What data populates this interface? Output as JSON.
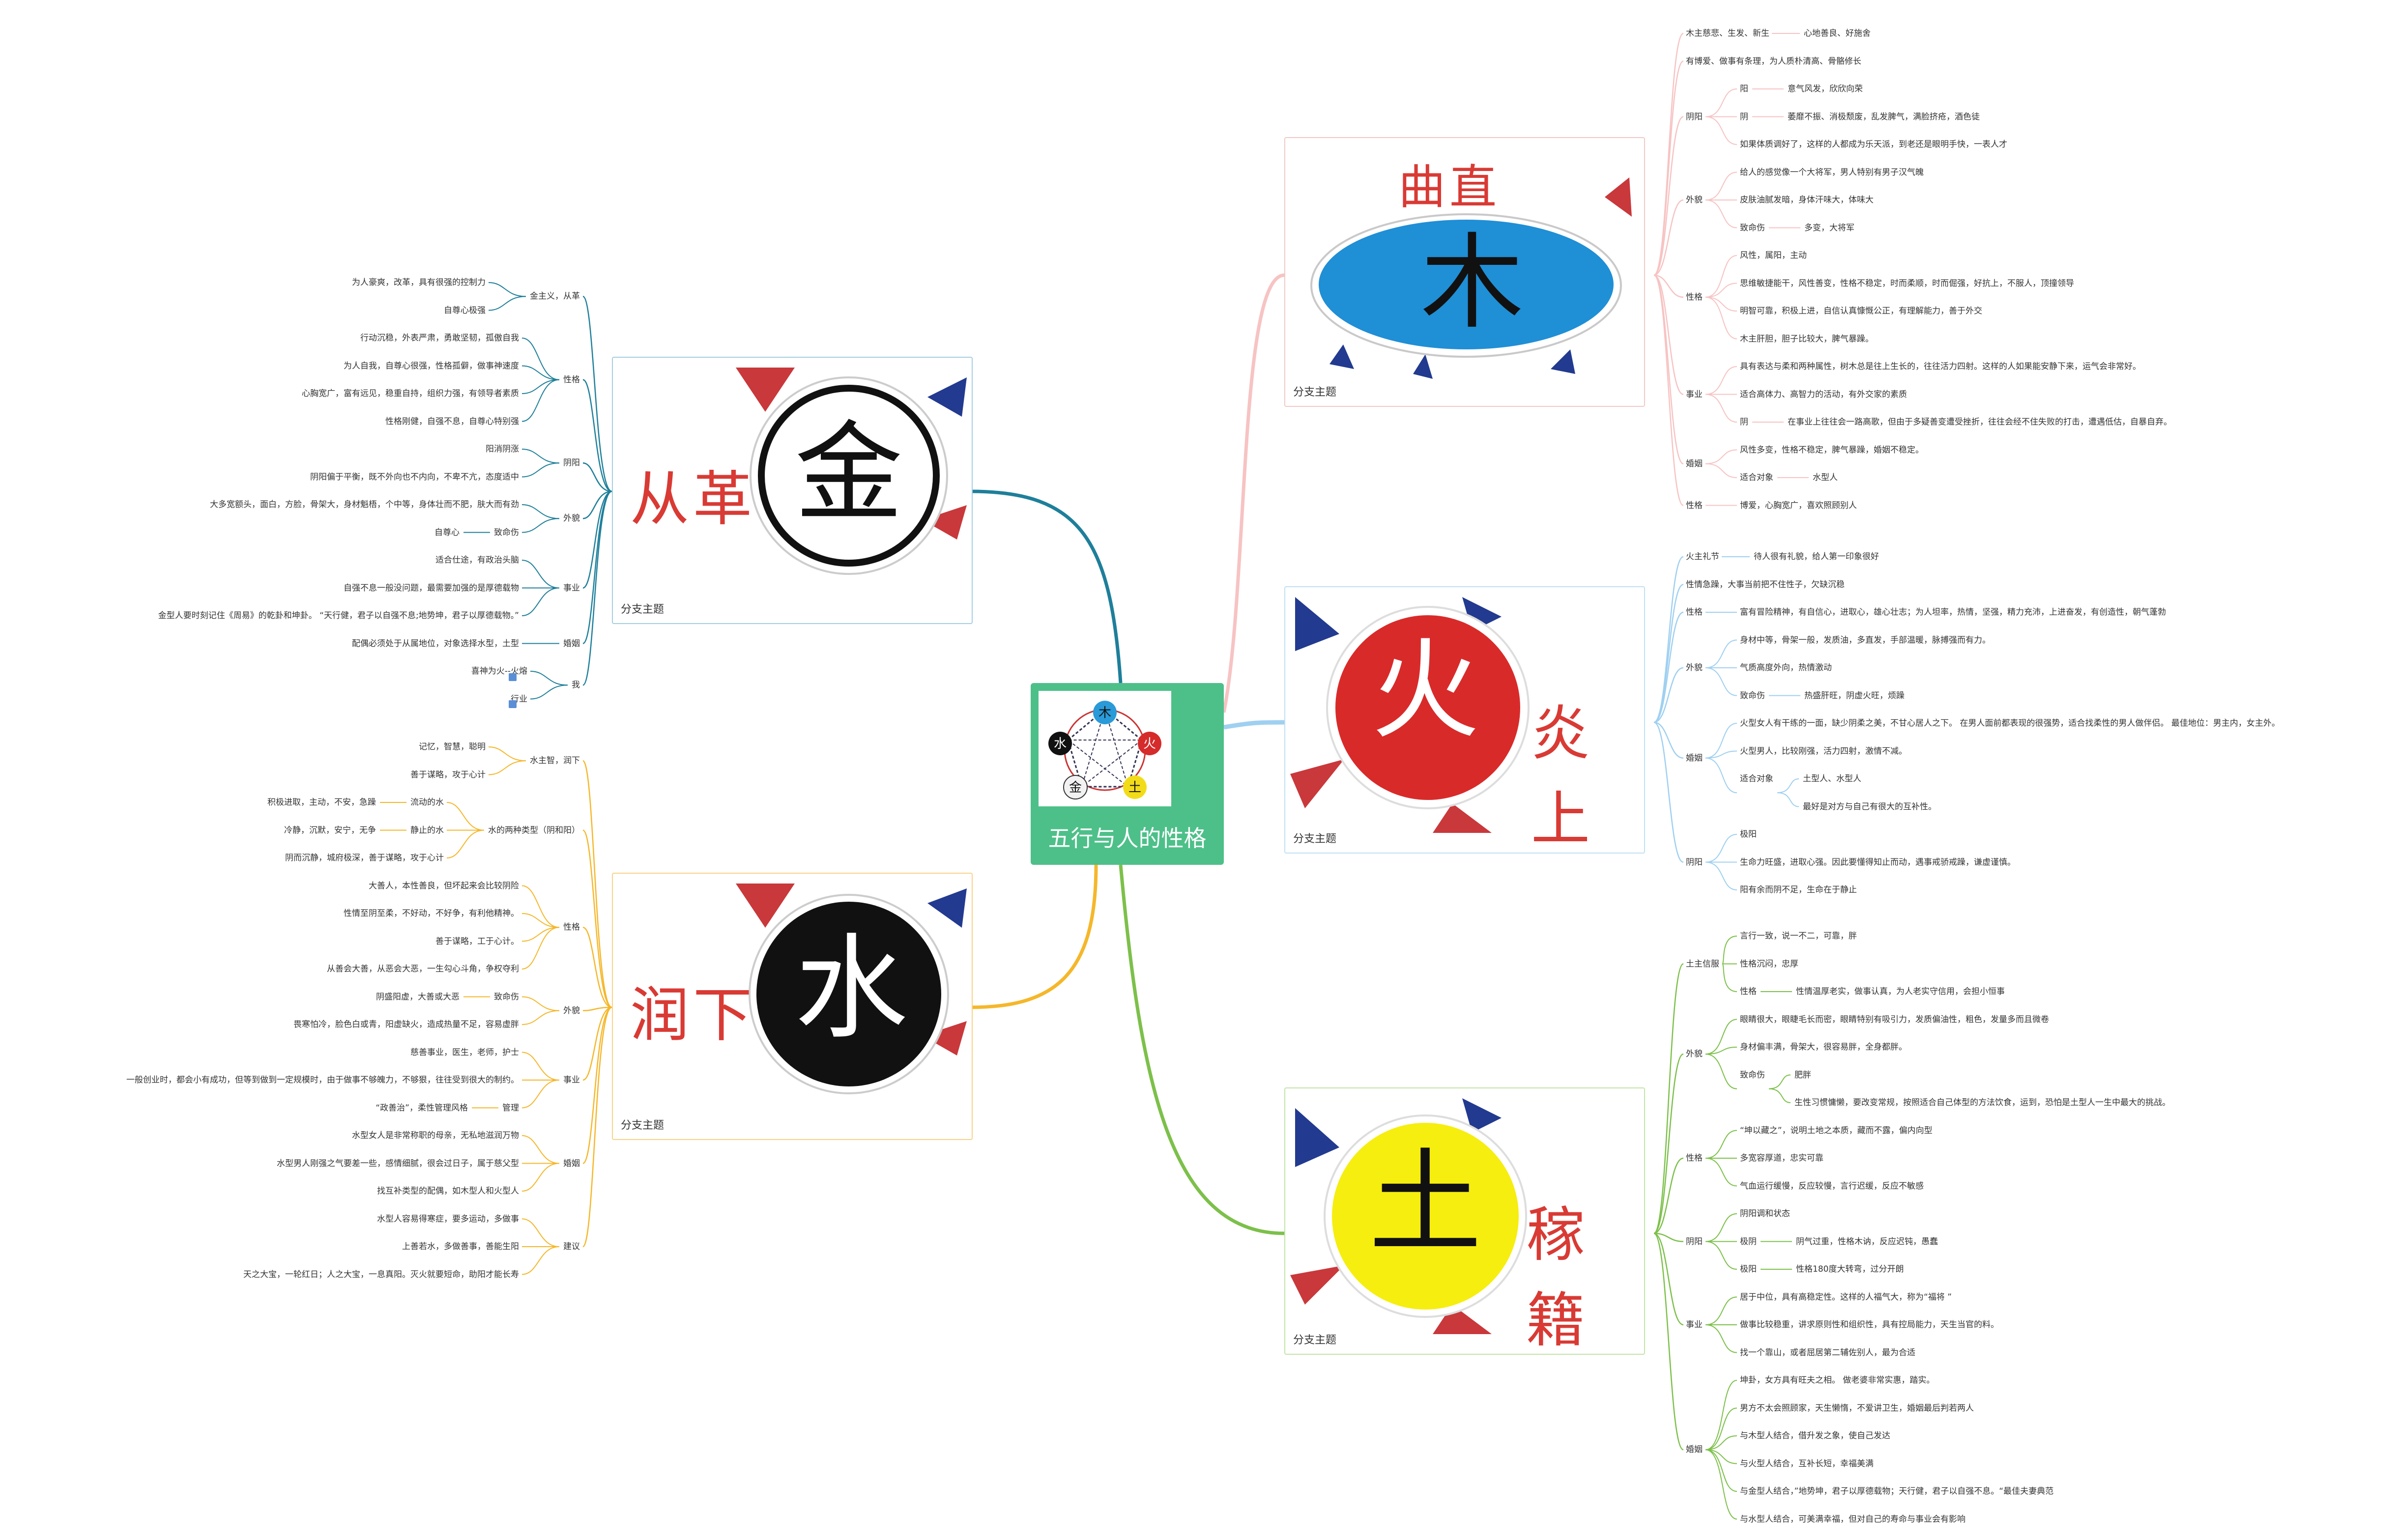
{
  "center": {
    "title": "五行与人的性格",
    "diagram": {
      "top": "木",
      "left": "水",
      "right": "火",
      "bl": "金",
      "br": "土"
    }
  },
  "branch_label": "分支主题",
  "colors": {
    "wood": "#f7c3c3",
    "fire": "#9fd0f0",
    "earth": "#7cc04a",
    "metal": "#1e7f9a",
    "water": "#f5b72a",
    "center": "#4dc089"
  },
  "wood": {
    "name": "曲直",
    "char": "木",
    "items": [
      {
        "l1": "木主慈悲、生发、新生",
        "l2": "心地善良、好施舍"
      },
      {
        "l1": "有博爱、做事有条理，为人质朴清高、骨骼修长"
      },
      {
        "cat": "阴阳",
        "subs": [
          {
            "l2": "阳",
            "l3": "意气风发，欣欣向荣"
          },
          {
            "l2": "阴",
            "l3": "萎靡不振、消极颓废，乱发脾气，满脸挤疮，酒色徒"
          },
          {
            "l2": "如果体质调好了，这样的人都成为乐天派，到老还是眼明手快，一表人才"
          }
        ]
      },
      {
        "cat": "外貌",
        "subs": [
          {
            "l2": "给人的感觉像一个大将军，男人特别有男子汉气魄"
          },
          {
            "l2": "皮肤油腻发暗，身体汗味大，体味大"
          },
          {
            "l2": "致命伤",
            "l3": "多变，大将军"
          }
        ]
      },
      {
        "cat": "性格",
        "subs": [
          {
            "l2": "风性，属阳，主动"
          },
          {
            "l2": "思维敏捷能干，风性善变，性格不稳定，时而柔顺，时而倔强，好抗上，不服人，顶撞领导"
          },
          {
            "l2": "明智可靠，积极上进，自信认真慷慨公正，有理解能力，善于外交"
          },
          {
            "l2": "木主肝胆，胆子比较大，脾气暴躁。"
          }
        ]
      },
      {
        "cat": "事业",
        "subs": [
          {
            "l2": "具有表达与柔和两种属性，树木总是往上生长的，往往活力四射。这样的人如果能安静下来，运气会非常好。"
          },
          {
            "l2": "适合高体力、高智力的活动，有外交家的素质"
          },
          {
            "l2": "阴",
            "l3": "在事业上往往会一路高歌，但由于多疑善变遭受挫折，往往会经不住失败的打击，遭遇低估，自暴自弃。"
          }
        ]
      },
      {
        "cat": "婚姻",
        "subs": [
          {
            "l2": "风性多变，性格不稳定，脾气暴躁，婚姻不稳定。"
          },
          {
            "l2": "适合对象",
            "l3": "水型人"
          }
        ]
      },
      {
        "cat": "性格",
        "subs": [
          {
            "l2": "博爱，心胸宽广，喜欢照顾别人"
          }
        ]
      }
    ]
  },
  "fire": {
    "name": "炎上",
    "char": "火",
    "items": [
      {
        "l1": "火主礼节",
        "l2": "待人很有礼貌，给人第一印象很好"
      },
      {
        "l1": "性情急躁，大事当前把不住性子，欠缺沉稳"
      },
      {
        "cat": "性格",
        "subs": [
          {
            "l2": "富有冒险精神，有自信心，进取心，雄心壮志；为人坦率，热情，坚强，精力充沛，上进奋发，有创造性，朝气蓬勃"
          }
        ]
      },
      {
        "cat": "外貌",
        "subs": [
          {
            "l2": "身材中等，骨架一般，发质油，多直发，手部温暖，脉搏强而有力。"
          },
          {
            "l2": "气质高度外向，热情激动"
          },
          {
            "l2": "致命伤",
            "l3": "热盛肝旺，阴虚火旺，烦躁"
          }
        ]
      },
      {
        "cat": "婚姻",
        "subs": [
          {
            "l2": "火型女人有干练的一面，缺少阴柔之美，不甘心居人之下。 在男人面前都表现的很强势，适合找柔性的男人做伴侣。 最佳地位：男主内，女主外。"
          },
          {
            "l2": "火型男人，比较刚强，活力四射，激情不减。"
          },
          {
            "l2": "适合对象",
            "l3a": "土型人、水型人",
            "l3b": "最好是对方与自己有很大的互补性。"
          }
        ]
      },
      {
        "cat": "阴阳",
        "subs": [
          {
            "l2": "极阳"
          },
          {
            "l2": "生命力旺盛，进取心强。因此要懂得知止而动，遇事戒骄戒躁，谦虚谨慎。"
          },
          {
            "l2": "阳有余而阴不足，生命在于静止"
          }
        ]
      }
    ]
  },
  "earth": {
    "name": "稼籍",
    "char": "土",
    "items": [
      {
        "cat": "土主信服",
        "subs": [
          {
            "l2": "言行一致，说一不二，可靠，胖"
          },
          {
            "l2": "性格沉闷，忠厚"
          },
          {
            "l2": "性格",
            "l3": "性情温厚老实，做事认真，为人老实守信用，会担小恒事"
          }
        ]
      },
      {
        "cat": "外貌",
        "subs": [
          {
            "l2": "眼睛很大，眼睫毛长而密，眼睛特别有吸引力，发质偏油性，粗色，发量多而且微卷"
          },
          {
            "l2": "身材偏丰满，骨架大，很容易胖，全身都胖。"
          },
          {
            "l2": "致命伤",
            "l3a": "肥胖",
            "l3b": "生性习惯慵懒，要改变常规，按照适合自己体型的方法饮食，运到，恐怕是土型人一生中最大的挑战。"
          }
        ]
      },
      {
        "cat": "性格",
        "subs": [
          {
            "l2": "“坤以藏之”，说明土地之本质，藏而不露，偏内向型"
          },
          {
            "l2": "多宽容厚道，忠实可靠"
          },
          {
            "l2": "气血运行缓慢，反应较慢，言行迟缓，反应不敏感"
          }
        ]
      },
      {
        "cat": "阴阳",
        "subs": [
          {
            "l2": "阴阳调和状态"
          },
          {
            "l2": "极阴",
            "l3": "阴气过重，性格木讷，反应迟钝，愚蠢"
          },
          {
            "l2": "极阳",
            "l3": "性格180度大转弯，过分开朗"
          }
        ]
      },
      {
        "cat": "事业",
        "subs": [
          {
            "l2": "居于中位，具有高稳定性。这样的人福气大，称为“福将 ”"
          },
          {
            "l2": "做事比较稳重，讲求原则性和组织性，具有控局能力，天生当官的料。"
          },
          {
            "l2": "找一个靠山，或者屈居第二辅佐别人，最为合适"
          }
        ]
      },
      {
        "cat": "婚姻",
        "subs": [
          {
            "l2": "坤卦，女方具有旺夫之相。 做老婆非常实惠，踏实。"
          },
          {
            "l2": "男方不太会照顾家，天生懒惰，不爱讲卫生，婚姻最后判若两人"
          },
          {
            "l2": "与木型人结合，借升发之象，使自己发达"
          },
          {
            "l2": "与火型人结合，互补长短，幸福美满"
          },
          {
            "l2": "与金型人结合，”地势坤，君子以厚德载物；天行健，君子以自强不息。“最佳夫妻典范"
          },
          {
            "l2": "与水型人结合，可美满幸福，但对自己的寿命与事业会有影响"
          }
        ]
      }
    ]
  },
  "metal": {
    "name": "从革",
    "char": "金",
    "groups": [
      {
        "cat": "金主义，从革",
        "subs": [
          "为人豪爽，改革，具有很强的控制力",
          "自尊心极强"
        ]
      },
      {
        "cat": "性格",
        "subs": [
          "行动沉稳，外表严肃，勇敢坚韧，孤傲自我",
          "为人自我，自尊心很强，性格孤僻，做事神速度",
          "心胸宽广，富有远见，稳重自持，组织力强，有领导者素质",
          "性格刚健，自强不息，自尊心特别强"
        ]
      },
      {
        "cat": "阴阳",
        "subs": [
          "阳消阴涨",
          "阴阳偏于平衡，既不外向也不内向，不卑不亢，态度适中"
        ]
      },
      {
        "cat": "外貌",
        "subs": [
          "大多宽额头，面白，方脸，骨架大，身材魁梧，个中等，身体壮而不肥，肤大而有劲",
          "自尊心|致命伤"
        ]
      },
      {
        "cat": "事业",
        "subs": [
          "适合仕途，有政治头脑",
          "自强不息一般没问题，最需要加强的是厚德载物",
          "金型人要时刻记住《周易》的乾卦和坤卦。 “天行健，君子以自强不息;地势坤，君子以厚德载物。”"
        ]
      },
      {
        "cat": "婚姻",
        "subs": [
          "配偶必须处于从属地位，对象选择水型，土型"
        ]
      },
      {
        "cat": "我",
        "subs": [
          "喜神为火--火熔",
          "行业"
        ]
      }
    ]
  },
  "water": {
    "name": "润下",
    "char": "水",
    "groups": [
      {
        "cat": "水主智，润下",
        "subs": [
          "记忆，智慧，聪明",
          "善于谋略，攻于心计"
        ]
      },
      {
        "cat": "水的两种类型（阴和阳）",
        "subs": [
          "积极进取，主动，不安，急躁|流动的水",
          "冷静，沉默，安宁，无争|静止的水",
          "阴而沉静，城府极深，善于谋略，攻于心计"
        ]
      },
      {
        "cat": "性格",
        "subs": [
          "大善人，本性善良，但坏起来会比较阴险",
          "性情至阴至柔，不好动，不好争，有利他精神。",
          "善于谋略，工于心计。",
          "从善会大善，从恶会大恶，一生勾心斗角，争权夺利"
        ]
      },
      {
        "cat": "外貌",
        "subs": [
          "阴盛阳虚，大善或大恶|致命伤",
          "畏寒怕冷，脸色白或青，阳虚缺火，造成热量不足，容易虚胖"
        ]
      },
      {
        "cat": "事业",
        "subs": [
          "慈善事业，医生，老师，护士",
          "一般创业时，都会小有成功，但等到做到一定规模时，由于做事不够魄力，不够狠，往往受到很大的制约。",
          "“政善治”，柔性管理风格|管理"
        ]
      },
      {
        "cat": "婚姻",
        "subs": [
          "水型女人是非常称职的母亲，无私地滋润万物",
          "水型男人刚强之气要差一些，感情细腻，很会过日子，属于慈父型",
          "找互补类型的配偶，如木型人和火型人"
        ]
      },
      {
        "cat": "建议",
        "subs": [
          "水型人容易得寒症，要多运动，多做事",
          "上善若水，多做善事，善能生阳",
          "天之大宝，一轮红日；人之大宝，一息真阳。灭火就要短命，助阳才能长寿"
        ]
      }
    ]
  }
}
